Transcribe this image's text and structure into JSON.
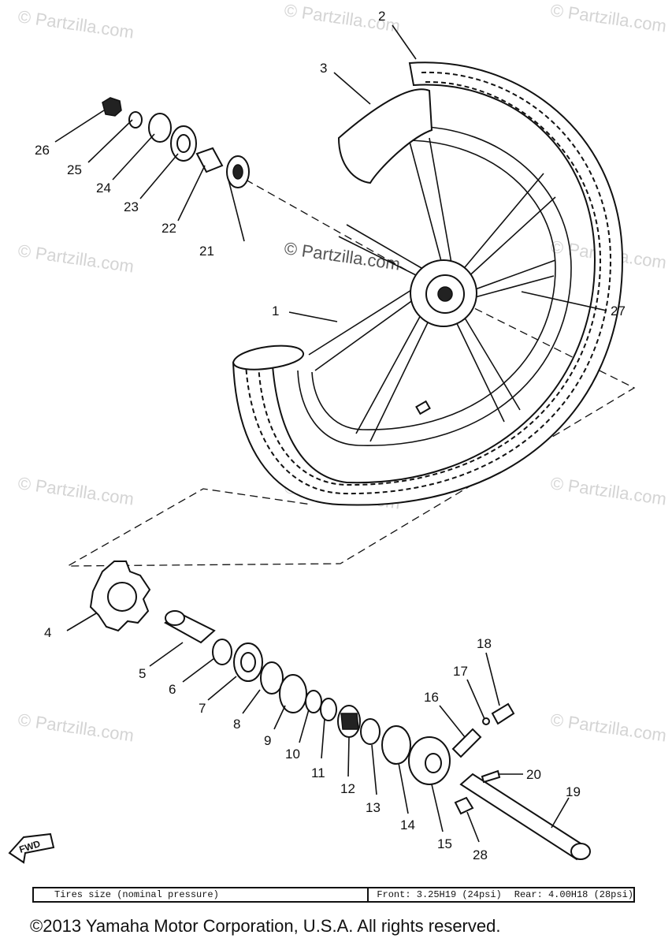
{
  "watermark": "© Partzilla.com",
  "callouts": [
    {
      "id": "1",
      "text": "1"
    },
    {
      "id": "2",
      "text": "2"
    },
    {
      "id": "3",
      "text": "3"
    },
    {
      "id": "4",
      "text": "4"
    },
    {
      "id": "5",
      "text": "5"
    },
    {
      "id": "6",
      "text": "6"
    },
    {
      "id": "7",
      "text": "7"
    },
    {
      "id": "8",
      "text": "8"
    },
    {
      "id": "9",
      "text": "9"
    },
    {
      "id": "10",
      "text": "10"
    },
    {
      "id": "11",
      "text": "11"
    },
    {
      "id": "12",
      "text": "12"
    },
    {
      "id": "13",
      "text": "13"
    },
    {
      "id": "14",
      "text": "14"
    },
    {
      "id": "15",
      "text": "15"
    },
    {
      "id": "16",
      "text": "16"
    },
    {
      "id": "17",
      "text": "17"
    },
    {
      "id": "18",
      "text": "18"
    },
    {
      "id": "19",
      "text": "19"
    },
    {
      "id": "20",
      "text": "20"
    },
    {
      "id": "21",
      "text": "21"
    },
    {
      "id": "22",
      "text": "22"
    },
    {
      "id": "23",
      "text": "23"
    },
    {
      "id": "24",
      "text": "24"
    },
    {
      "id": "25",
      "text": "25"
    },
    {
      "id": "26",
      "text": "26"
    },
    {
      "id": "27",
      "text": "27"
    },
    {
      "id": "28",
      "text": "28"
    }
  ],
  "direction_arrow": "FWD",
  "spec_table": {
    "label": "Tires size (nominal pressure)",
    "front": "Front:  3.25H19 (24psi)",
    "rear": "Rear:  4.00H18 (28psi)"
  },
  "copyright": "©2013 Yamaha Motor Corporation, U.S.A. All rights reserved."
}
